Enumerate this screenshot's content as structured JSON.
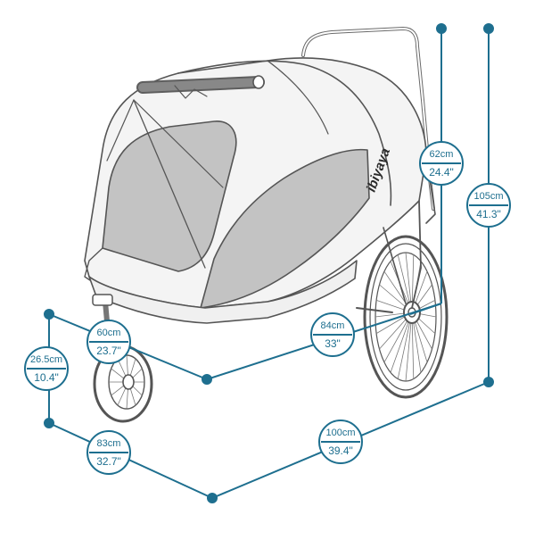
{
  "colors": {
    "accent": "#1e6f8f",
    "outline": "#555555",
    "mesh": "#8f8f8f",
    "canopy": "#f4f4f4"
  },
  "brand": {
    "logo_text": "ibiyaya"
  },
  "dimensions": {
    "height_total": {
      "metric": "105cm",
      "imperial": "41.3\""
    },
    "handle_width": {
      "metric": "62cm",
      "imperial": "24.4\""
    },
    "body_length": {
      "metric": "84cm",
      "imperial": "33\""
    },
    "body_width": {
      "metric": "60cm",
      "imperial": "23.7\""
    },
    "front_wheel_height": {
      "metric": "26.5cm",
      "imperial": "10.4\""
    },
    "base_width": {
      "metric": "83cm",
      "imperial": "32.7\""
    },
    "total_length": {
      "metric": "100cm",
      "imperial": "39.4\""
    }
  }
}
